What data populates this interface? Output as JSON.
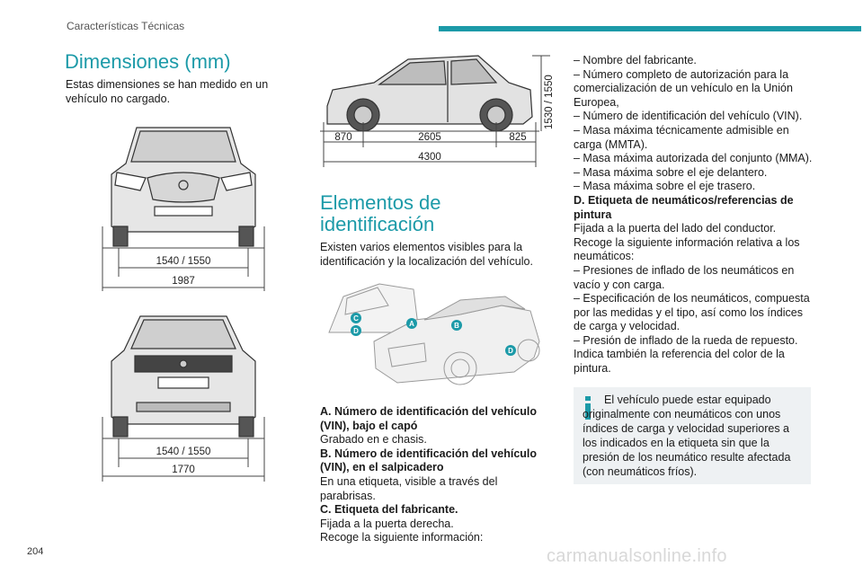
{
  "header": {
    "section": "Características Técnicas"
  },
  "col1": {
    "title": "Dimensiones (mm)",
    "intro": "Estas dimensiones se han medido en un vehículo no cargado.",
    "front_height": "1540 / 1550",
    "front_width": "1987",
    "rear_height": "1540 / 1550",
    "rear_width": "1770"
  },
  "side": {
    "height": "1530 / 1550",
    "overhang_front": "870",
    "wheelbase": "2605",
    "overhang_rear": "825",
    "length": "4300"
  },
  "col2": {
    "title_line1": "Elementos de",
    "title_line2": "identificación",
    "intro": "Existen varios elementos visibles para la identificación y la localización del vehículo.",
    "markers": [
      "A",
      "B",
      "C",
      "D",
      "D"
    ],
    "items": [
      {
        "text": "A. Número de identificación del vehículo (VIN), bajo el capó",
        "bold": true
      },
      {
        "text": "Grabado en e chasis.",
        "bold": false
      },
      {
        "text": "B. Número de identificación del vehículo (VIN), en el salpicadero",
        "bold": true
      },
      {
        "text": "En una etiqueta, visible a través del parabrisas.",
        "bold": false
      },
      {
        "text": "C. Etiqueta del fabricante.",
        "bold": true
      },
      {
        "text": "Fijada a la puerta derecha.",
        "bold": false
      },
      {
        "text": "Recoge la siguiente información:",
        "bold": false
      }
    ]
  },
  "col3": {
    "items": [
      {
        "text": "–  Nombre del fabricante.",
        "bold": false
      },
      {
        "text": "–  Número completo de autorización para la comercialización de un vehículo en la Unión Europea,",
        "bold": false
      },
      {
        "text": "–  Número de identificación del vehículo (VIN).",
        "bold": false
      },
      {
        "text": "–  Masa máxima técnicamente admisible en carga (MMTA).",
        "bold": false
      },
      {
        "text": "–  Masa máxima autorizada del conjunto (MMA).",
        "bold": false
      },
      {
        "text": "–  Masa máxima sobre el eje delantero.",
        "bold": false
      },
      {
        "text": "–  Masa máxima sobre el eje trasero.",
        "bold": false
      },
      {
        "text": "D. Etiqueta de neumáticos/referencias de pintura",
        "bold": true
      },
      {
        "text": "Fijada a la puerta del lado del conductor.",
        "bold": false
      },
      {
        "text": "Recoge la siguiente información relativa a los neumáticos:",
        "bold": false
      },
      {
        "text": "–  Presiones de inflado de los neumáticos en vacío y con carga.",
        "bold": false
      },
      {
        "text": "–  Especificación de los neumáticos, compuesta por las medidas y el tipo, así como los índices de carga y velocidad.",
        "bold": false
      },
      {
        "text": "–  Presión de inflado de la rueda de repuesto.",
        "bold": false
      },
      {
        "text": "Indica también la referencia del color de la pintura.",
        "bold": false
      }
    ],
    "info": "El vehículo puede estar equipado originalmente con neumáticos con unos índices de carga y velocidad superiores a los indicados en la etiqueta sin que la presión de los neumático resulte afectada (con neumáticos fríos).",
    "accent_color": "#1c9aa8"
  },
  "footer": {
    "page_number": "204",
    "watermark": "carmanualsonline.info"
  }
}
